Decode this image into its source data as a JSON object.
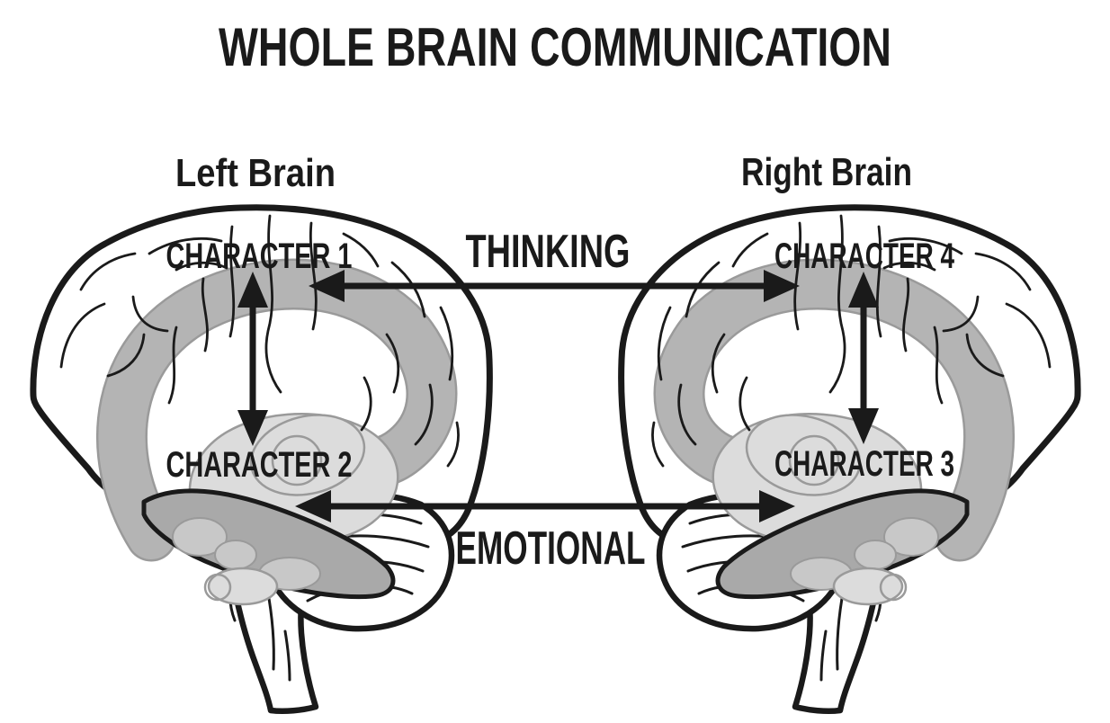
{
  "title": "WHOLE BRAIN COMMUNICATION",
  "colors": {
    "ink": "#1a1a1a",
    "paper": "#ffffff",
    "gray_arch": "#b4b4b4",
    "gray_arch_edge": "#9a9a9a",
    "gray_light": "#dcdcdc",
    "gray_temporal": "#a9a9a9",
    "gray_blob": "#c8c8c8"
  },
  "left_brain": {
    "label": "Left Brain",
    "top_region": "CHARACTER 1",
    "bottom_region": "CHARACTER 2"
  },
  "right_brain": {
    "label": "Right Brain",
    "top_region": "CHARACTER 4",
    "bottom_region": "CHARACTER 3"
  },
  "connections": {
    "thinking": {
      "label": "THINKING",
      "connects": [
        "CHARACTER 1",
        "CHARACTER 4"
      ],
      "style": "double-headed horizontal arrow"
    },
    "emotional": {
      "label": "EMOTIONAL",
      "connects": [
        "CHARACTER 2",
        "CHARACTER 3"
      ],
      "style": "double-headed horizontal arrow"
    },
    "left_internal": {
      "connects": [
        "CHARACTER 1",
        "CHARACTER 2"
      ],
      "style": "double-headed vertical arrow"
    },
    "right_internal": {
      "connects": [
        "CHARACTER 4",
        "CHARACTER 3"
      ],
      "style": "double-headed vertical arrow"
    }
  }
}
